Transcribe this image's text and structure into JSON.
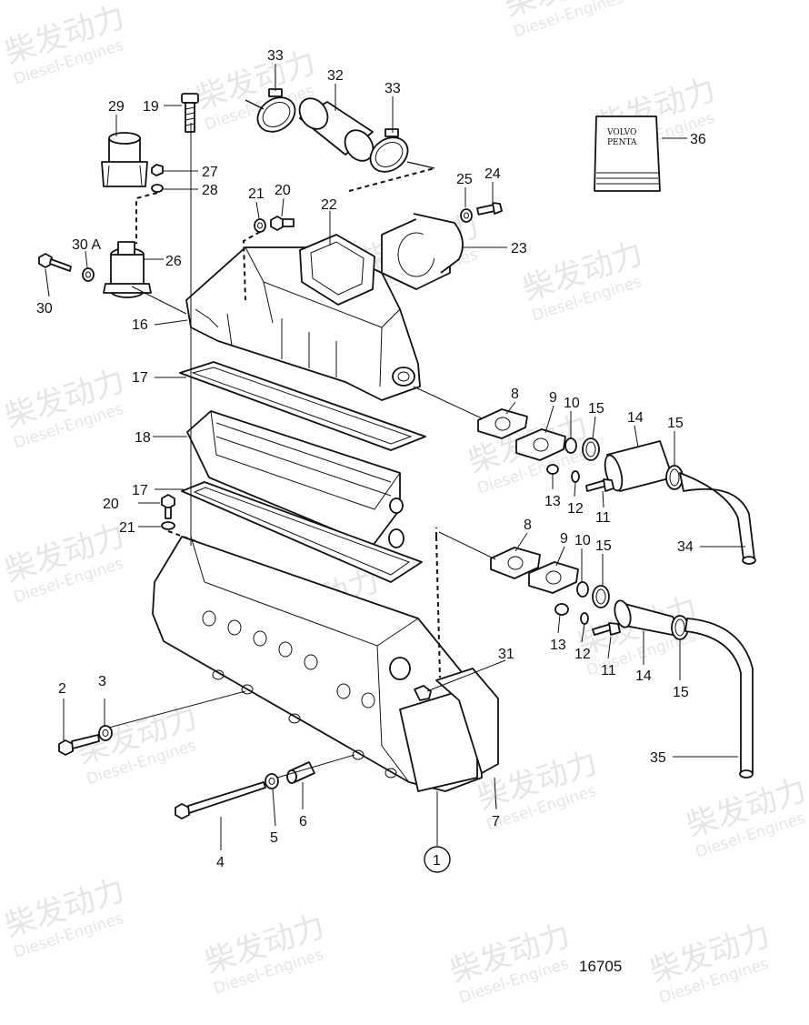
{
  "drawing_number": "16705",
  "booklet": {
    "line1": "VOLVO",
    "line2": "PENTA"
  },
  "watermark": {
    "brand": "柴发动力",
    "sub": "Diesel-Engines"
  },
  "callouts": [
    {
      "id": "c33a",
      "text": "33"
    },
    {
      "id": "c32",
      "text": "32"
    },
    {
      "id": "c33b",
      "text": "33"
    },
    {
      "id": "c29",
      "text": "29"
    },
    {
      "id": "c19",
      "text": "19"
    },
    {
      "id": "c27",
      "text": "27"
    },
    {
      "id": "c28",
      "text": "28"
    },
    {
      "id": "c36",
      "text": "36"
    },
    {
      "id": "c21a",
      "text": "21"
    },
    {
      "id": "c20a",
      "text": "20"
    },
    {
      "id": "c22",
      "text": "22"
    },
    {
      "id": "c25",
      "text": "25"
    },
    {
      "id": "c24",
      "text": "24"
    },
    {
      "id": "c23",
      "text": "23"
    },
    {
      "id": "c30a",
      "text": "30 A"
    },
    {
      "id": "c26",
      "text": "26"
    },
    {
      "id": "c30",
      "text": "30"
    },
    {
      "id": "c16",
      "text": "16"
    },
    {
      "id": "c17a",
      "text": "17"
    },
    {
      "id": "c8a",
      "text": "8"
    },
    {
      "id": "c9a",
      "text": "9"
    },
    {
      "id": "c10a",
      "text": "10"
    },
    {
      "id": "c15a",
      "text": "15"
    },
    {
      "id": "c14a",
      "text": "14"
    },
    {
      "id": "c15b",
      "text": "15"
    },
    {
      "id": "c18",
      "text": "18"
    },
    {
      "id": "c13a",
      "text": "13"
    },
    {
      "id": "c12a",
      "text": "12"
    },
    {
      "id": "c11a",
      "text": "11"
    },
    {
      "id": "c17b",
      "text": "17"
    },
    {
      "id": "c20b",
      "text": "20"
    },
    {
      "id": "c21b",
      "text": "21"
    },
    {
      "id": "c34",
      "text": "34"
    },
    {
      "id": "c8b",
      "text": "8"
    },
    {
      "id": "c9b",
      "text": "9"
    },
    {
      "id": "c10b",
      "text": "10"
    },
    {
      "id": "c15c",
      "text": "15"
    },
    {
      "id": "c13b",
      "text": "13"
    },
    {
      "id": "c12b",
      "text": "12"
    },
    {
      "id": "c11b",
      "text": "11"
    },
    {
      "id": "c14b",
      "text": "14"
    },
    {
      "id": "c15d",
      "text": "15"
    },
    {
      "id": "c31",
      "text": "31"
    },
    {
      "id": "c2",
      "text": "2"
    },
    {
      "id": "c3",
      "text": "3"
    },
    {
      "id": "c35",
      "text": "35"
    },
    {
      "id": "c7",
      "text": "7"
    },
    {
      "id": "c6",
      "text": "6"
    },
    {
      "id": "c5",
      "text": "5"
    },
    {
      "id": "c4",
      "text": "4"
    },
    {
      "id": "c1",
      "text": "1"
    }
  ]
}
